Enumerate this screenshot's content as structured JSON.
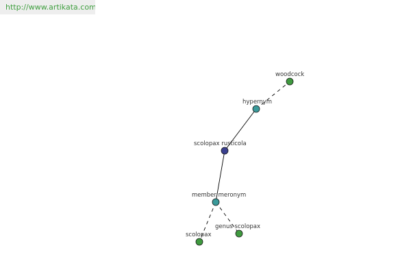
{
  "watermark": "http://www.artikata.com",
  "colors": {
    "edge": "#000000",
    "root_node": "#3a3f8f",
    "relation_node": "#3a9a9a",
    "leaf_node": "#3f9a3f",
    "watermark_bg": "#eeeeee",
    "watermark_text": "#3f9f3f"
  },
  "nodes": [
    {
      "id": "woodcock",
      "label": "woodcock",
      "kind": "leaf"
    },
    {
      "id": "hypernym",
      "label": "hypernym",
      "kind": "relation"
    },
    {
      "id": "scolopax-rusticola",
      "label": "scolopax rusticola",
      "kind": "root"
    },
    {
      "id": "member-meronym",
      "label": "member meronym",
      "kind": "relation"
    },
    {
      "id": "genus-scolopax",
      "label": "genus scolopax",
      "kind": "leaf"
    },
    {
      "id": "scolopax",
      "label": "scolopax",
      "kind": "leaf"
    }
  ],
  "edges": [
    {
      "from": "hypernym",
      "to": "woodcock",
      "style": "dashed"
    },
    {
      "from": "scolopax-rusticola",
      "to": "hypernym",
      "style": "solid"
    },
    {
      "from": "scolopax-rusticola",
      "to": "member-meronym",
      "style": "solid"
    },
    {
      "from": "member-meronym",
      "to": "genus-scolopax",
      "style": "dashed"
    },
    {
      "from": "member-meronym",
      "to": "scolopax",
      "style": "dashed"
    }
  ]
}
